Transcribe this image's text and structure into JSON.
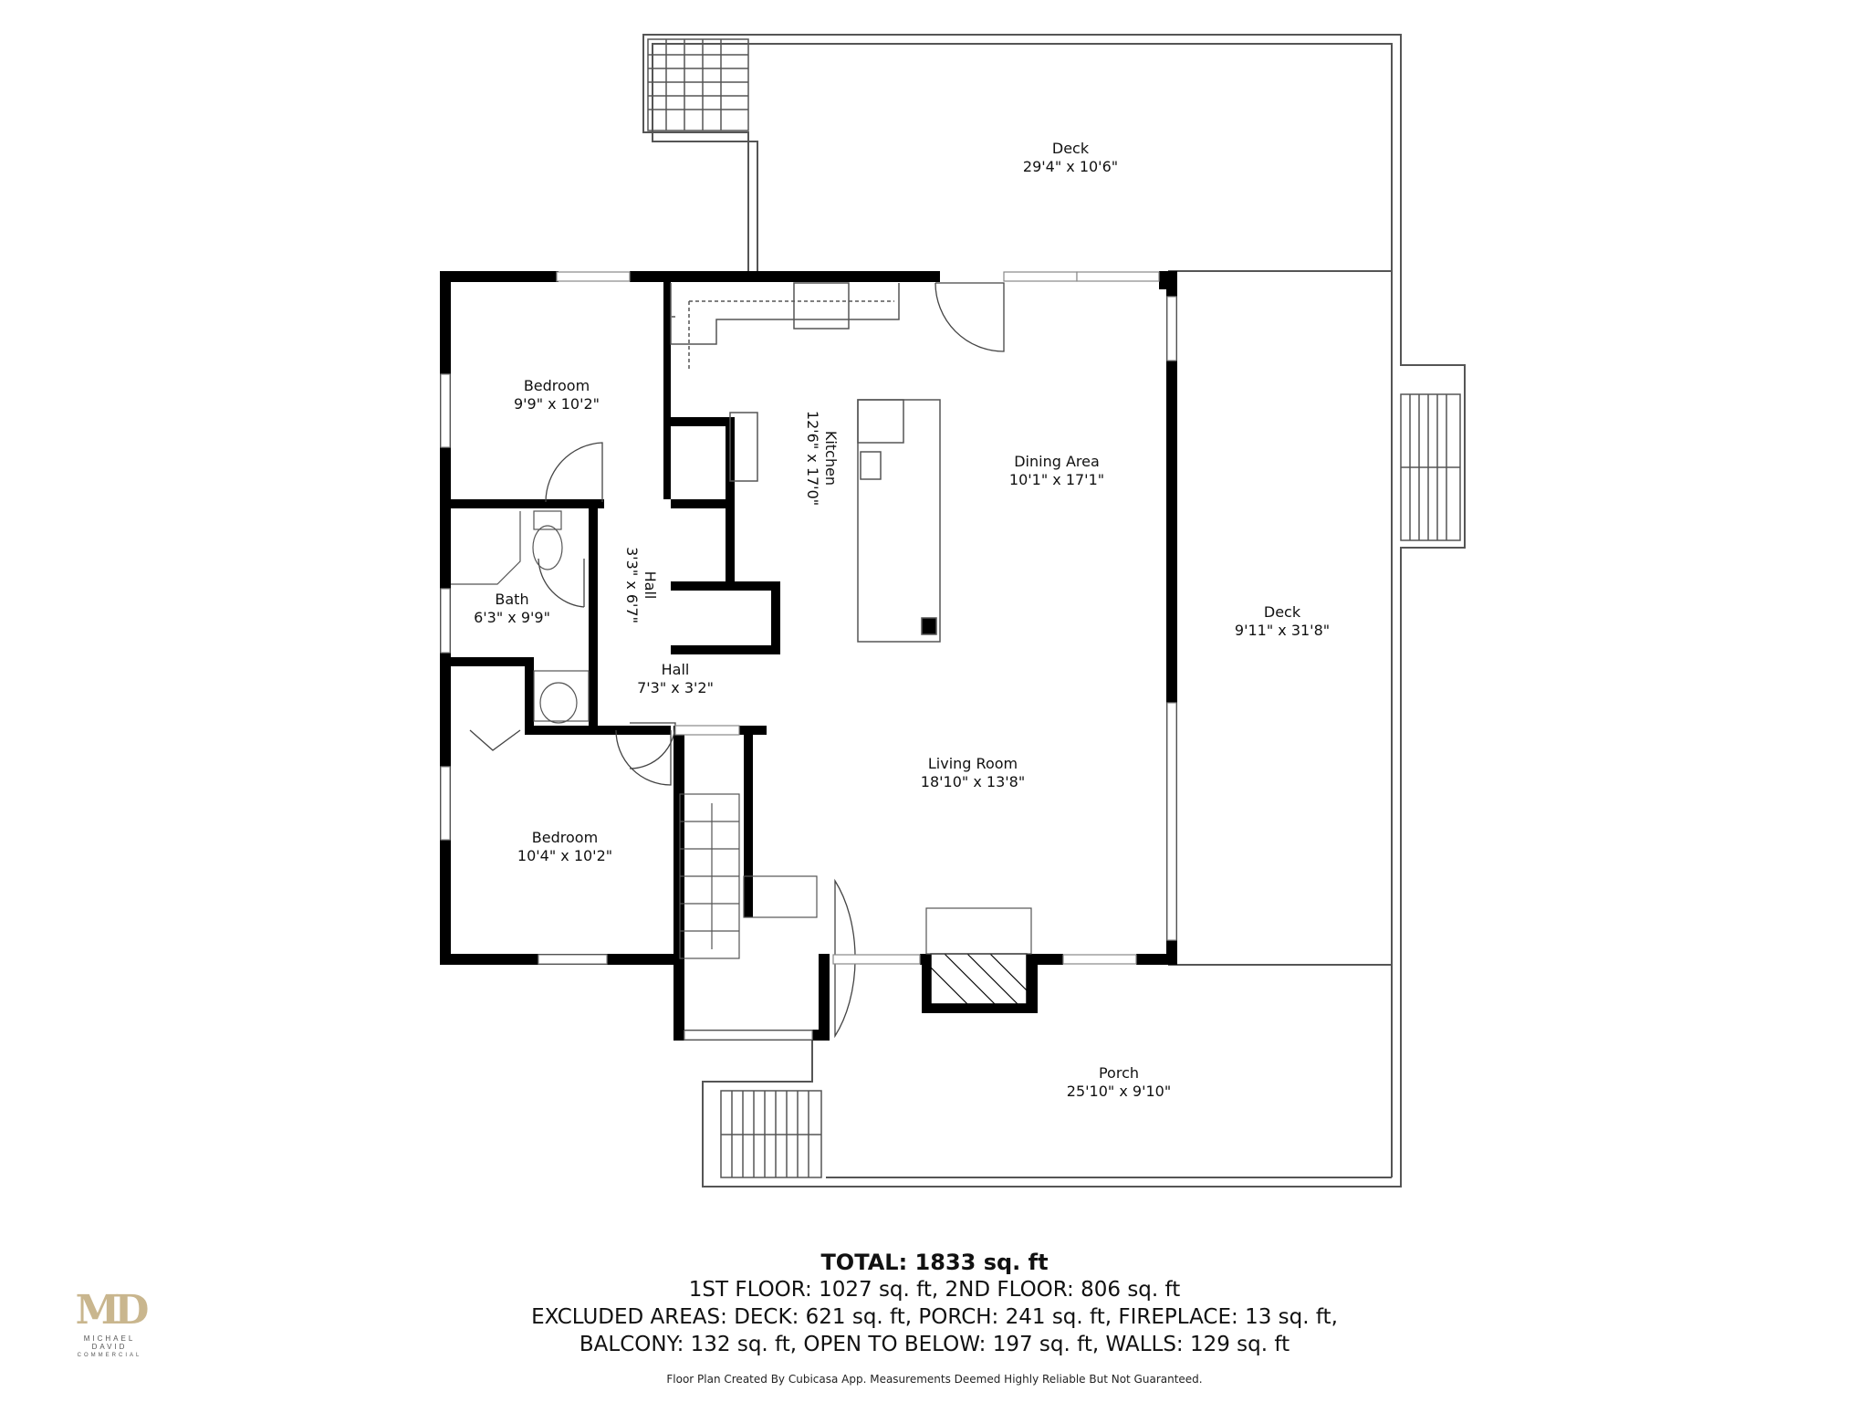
{
  "rooms": {
    "deck_top": {
      "name": "Deck",
      "dims": "29'4\" x 10'6\""
    },
    "deck_right": {
      "name": "Deck",
      "dims": "9'11\" x 31'8\""
    },
    "bedroom_top": {
      "name": "Bedroom",
      "dims": "9'9\" x 10'2\""
    },
    "kitchen": {
      "name": "Kitchen",
      "dims": "12'6\" x 17'0\""
    },
    "dining": {
      "name": "Dining Area",
      "dims": "10'1\" x 17'1\""
    },
    "bath": {
      "name": "Bath",
      "dims": "6'3\" x 9'9\""
    },
    "hall_vertical": {
      "name": "Hall",
      "dims": "3'3\" x 6'7\""
    },
    "hall": {
      "name": "Hall",
      "dims": "7'3\" x 3'2\""
    },
    "living": {
      "name": "Living Room",
      "dims": "18'10\" x 13'8\""
    },
    "bedroom_bottom": {
      "name": "Bedroom",
      "dims": "10'4\" x 10'2\""
    },
    "porch": {
      "name": "Porch",
      "dims": "25'10\" x 9'10\""
    }
  },
  "summary": {
    "total": "TOTAL: 1833 sq. ft",
    "line1": "1ST FLOOR: 1027 sq. ft, 2ND FLOOR: 806 sq. ft",
    "line2": "EXCLUDED AREAS: DECK: 621 sq. ft, PORCH: 241 sq. ft, FIREPLACE: 13 sq. ft,",
    "line3": "BALCONY: 132 sq. ft, OPEN TO BELOW: 197 sq. ft, WALLS: 129 sq. ft"
  },
  "footnote": "Floor Plan Created By Cubicasa App. Measurements Deemed Highly Reliable But Not Guaranteed.",
  "logo": {
    "mark": "MD",
    "name": "MICHAEL DAVID",
    "sub": "COMMERCIAL"
  },
  "colors": {
    "wall": "#000000",
    "outline": "#555555",
    "logo_gold": "#c9b68e"
  }
}
